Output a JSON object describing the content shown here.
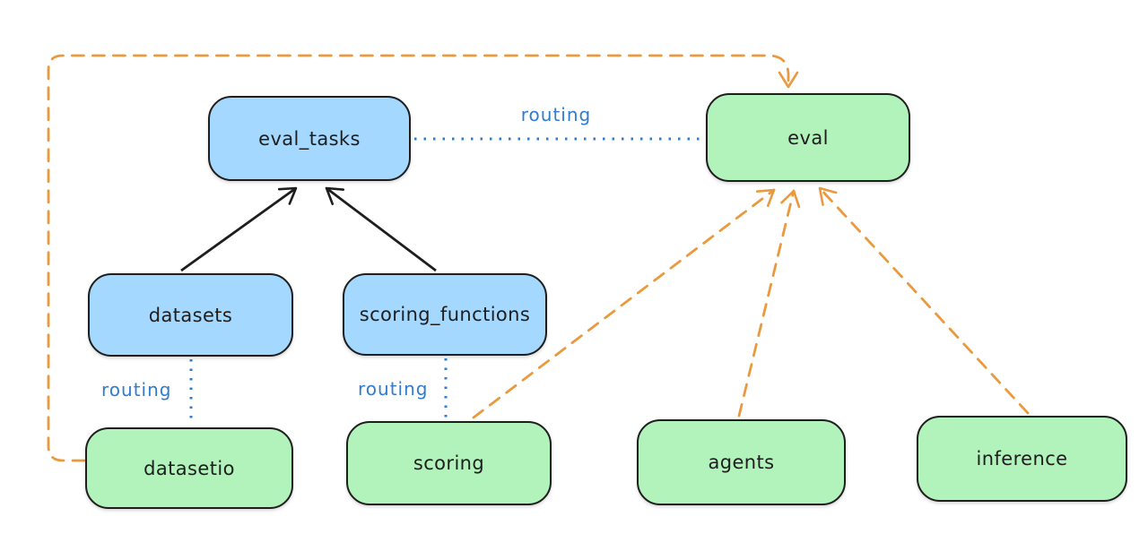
{
  "diagram": {
    "background": "#ffffff",
    "colors": {
      "blue_node_fill": "#a5d8ff",
      "green_node_fill": "#b2f2bb",
      "node_stroke": "#1e1e1e",
      "solid_arrow": "#1e1e1e",
      "routing_line_blue": "#2f7cd0",
      "provider_arrow_orange": "#ea9a3e"
    },
    "nodes": {
      "eval_tasks": {
        "label": "eval_tasks",
        "color": "blue"
      },
      "eval": {
        "label": "eval",
        "color": "green"
      },
      "datasets": {
        "label": "datasets",
        "color": "blue"
      },
      "scoring_functions": {
        "label": "scoring_functions",
        "color": "blue"
      },
      "datasetio": {
        "label": "datasetio",
        "color": "green"
      },
      "scoring": {
        "label": "scoring",
        "color": "green"
      },
      "agents": {
        "label": "agents",
        "color": "green"
      },
      "inference": {
        "label": "inference",
        "color": "green"
      }
    },
    "edge_labels": {
      "eval_tasks_eval": "routing",
      "datasets_datasetio": "routing",
      "scoring_functions_scoring": "routing"
    },
    "edges": [
      {
        "from": "datasets",
        "to": "eval_tasks",
        "style": "solid-black-arrow",
        "label": ""
      },
      {
        "from": "scoring_functions",
        "to": "eval_tasks",
        "style": "solid-black-arrow",
        "label": ""
      },
      {
        "from": "eval_tasks",
        "to": "eval",
        "style": "dotted-blue-line",
        "label": "routing"
      },
      {
        "from": "datasets",
        "to": "datasetio",
        "style": "dotted-blue-line",
        "label": "routing"
      },
      {
        "from": "scoring_functions",
        "to": "scoring",
        "style": "dotted-blue-line",
        "label": "routing"
      },
      {
        "from": "datasetio",
        "to": "eval",
        "style": "dashed-orange-arrow",
        "label": ""
      },
      {
        "from": "scoring",
        "to": "eval",
        "style": "dashed-orange-arrow",
        "label": ""
      },
      {
        "from": "agents",
        "to": "eval",
        "style": "dashed-orange-arrow",
        "label": ""
      },
      {
        "from": "inference",
        "to": "eval",
        "style": "dashed-orange-arrow",
        "label": ""
      }
    ]
  }
}
